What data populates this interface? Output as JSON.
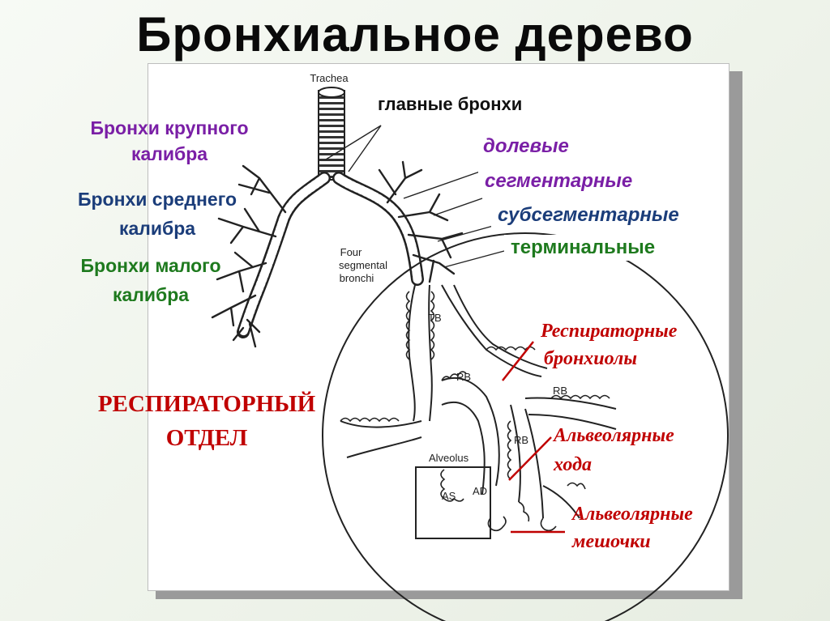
{
  "title": "Бронхиальное дерево",
  "diagram_labels": {
    "trachea": "Trachea",
    "four_segmental_1": "Four",
    "four_segmental_2": "segmental",
    "four_segmental_3": "bronchi",
    "tb": "TB",
    "rb": "RB",
    "alveolus": "Alveolus",
    "as": "AS",
    "ad": "AD"
  },
  "annotations": {
    "main_bronchi": "главные бронхи",
    "lobar": "долевые",
    "segmental": "сегментарные",
    "subsegmental": "субсегментарные",
    "terminal": "терминальные",
    "large_caliber_1": "Бронхи крупного",
    "large_caliber_2": "калибра",
    "medium_caliber_1": "Бронхи среднего",
    "medium_caliber_2": "калибра",
    "small_caliber_1": "Бронхи малого",
    "small_caliber_2": "калибра",
    "respiratory_section_1": "РЕСПИРАТОРНЫЙ",
    "respiratory_section_2": "ОТДЕЛ",
    "resp_bronchioles_1": "Респираторные",
    "resp_bronchioles_2": "бронхиолы",
    "alv_ducts_1": "Альвеолярные",
    "alv_ducts_2": "хода",
    "alv_sacs_1": "Альвеолярные",
    "alv_sacs_2": "мешочки"
  },
  "colors": {
    "purple": "#7a1fa6",
    "navy": "#1b3d7a",
    "green": "#1e7a1e",
    "red": "#c00000"
  }
}
